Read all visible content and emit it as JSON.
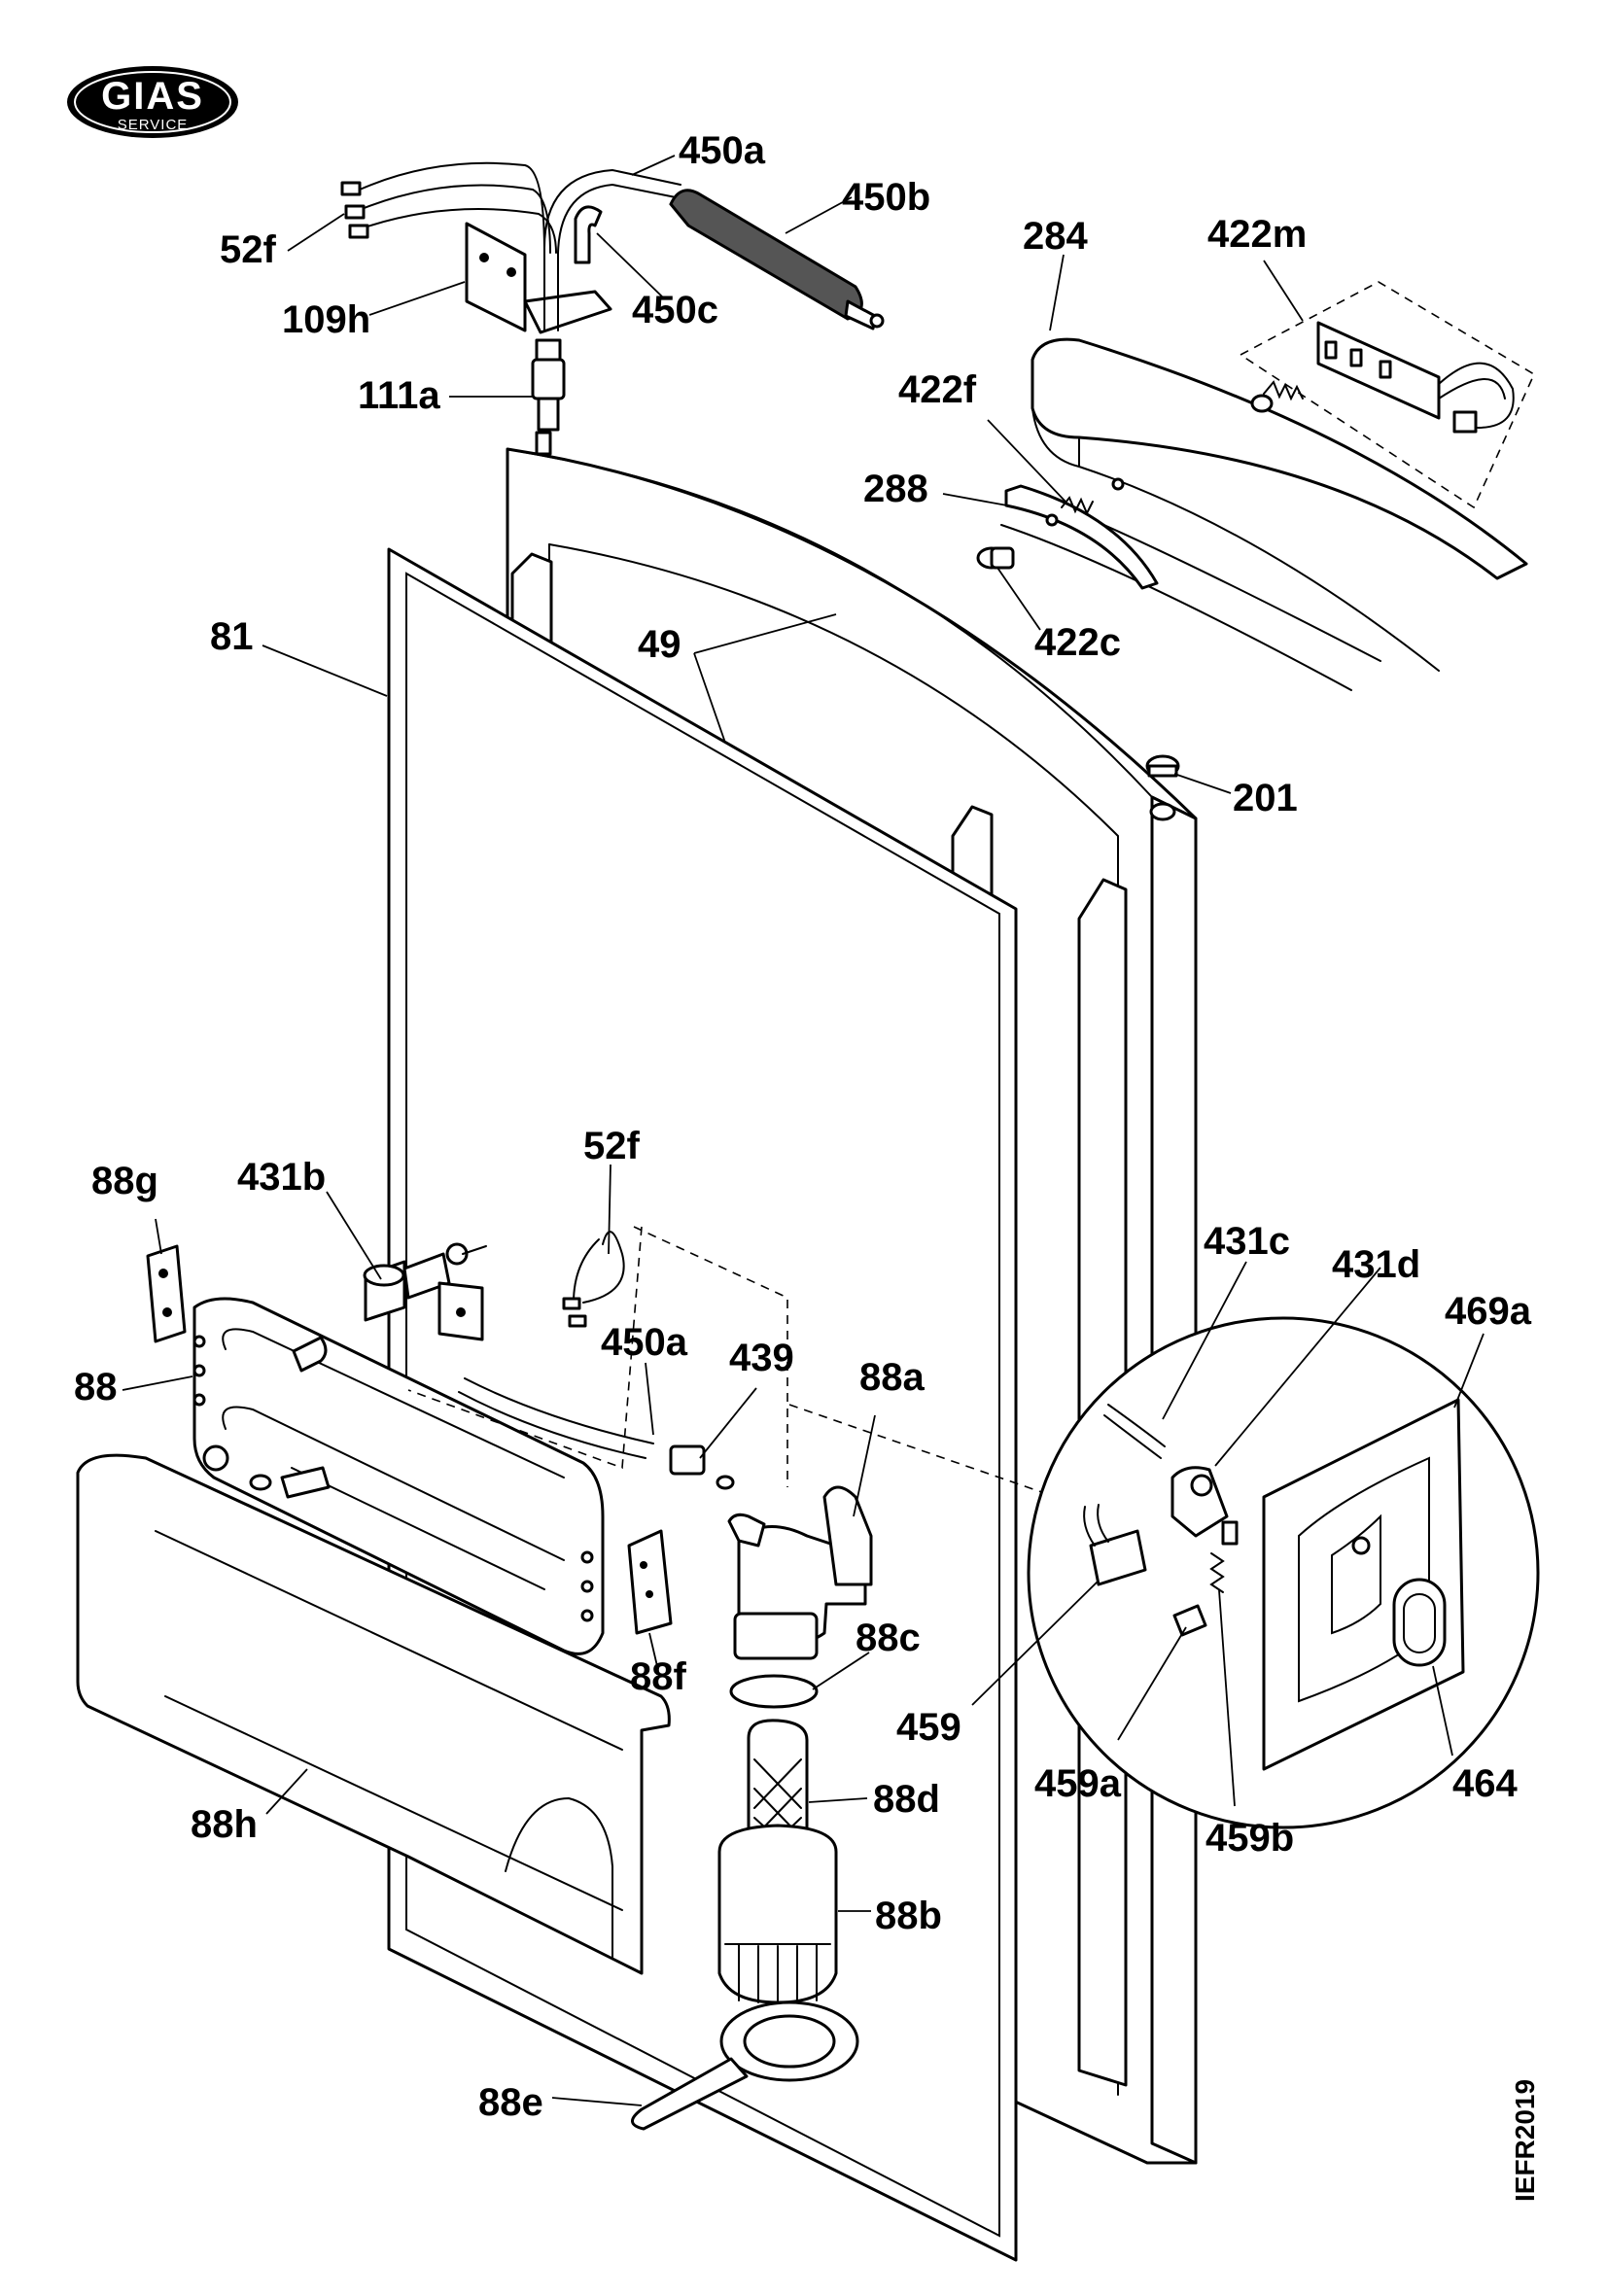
{
  "logo": {
    "brand": "GIAS",
    "sub": "SERVICE"
  },
  "drawing_code": "IEFR2019",
  "callouts": {
    "c_450a_top": "450a",
    "c_450b": "450b",
    "c_52f_top": "52f",
    "c_109h": "109h",
    "c_450c": "450c",
    "c_111a": "111a",
    "c_284": "284",
    "c_422m": "422m",
    "c_422f": "422f",
    "c_288": "288",
    "c_422c": "422c",
    "c_81": "81",
    "c_49": "49",
    "c_201": "201",
    "c_52f_mid": "52f",
    "c_88g": "88g",
    "c_431b": "431b",
    "c_88": "88",
    "c_450a_mid": "450a",
    "c_439": "439",
    "c_88a": "88a",
    "c_431c": "431c",
    "c_431d": "431d",
    "c_469a": "469a",
    "c_88c": "88c",
    "c_88f": "88f",
    "c_459": "459",
    "c_88d": "88d",
    "c_459a": "459a",
    "c_459b": "459b",
    "c_464": "464",
    "c_88h": "88h",
    "c_88b": "88b",
    "c_88e": "88e"
  },
  "colors": {
    "line": "#000000",
    "background": "#ffffff",
    "tube_fill": "#555555"
  }
}
